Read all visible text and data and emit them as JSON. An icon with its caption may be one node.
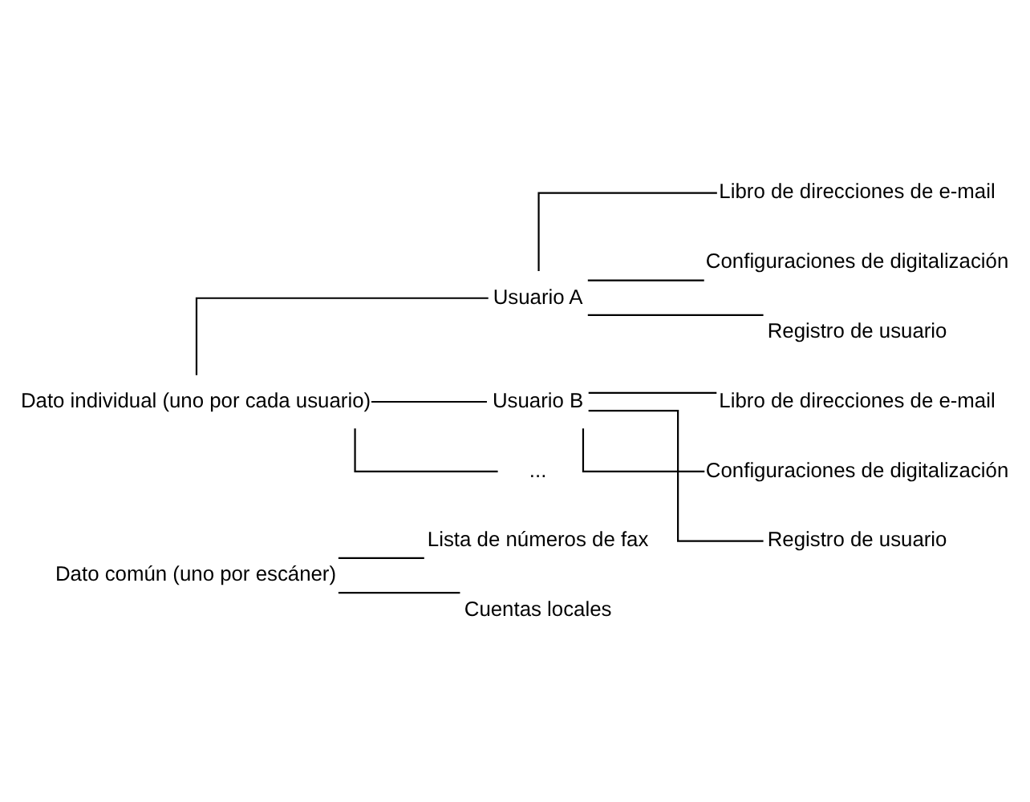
{
  "diagram": {
    "nodes": [
      {
        "text": [
          "Dato común (uno por escáner)"
        ]
      },
      {
        "text": [
          "Lista de números de fax"
        ]
      },
      {
        "text": [
          "Cuentas locales"
        ]
      },
      {
        "text": [
          "Dato individual (uno por cada usuario)"
        ]
      },
      {
        "text": [
          "Usuario A"
        ]
      },
      {
        "text": [
          "Libro de direcciones de e-mail"
        ]
      },
      {
        "text": [
          "Configuraciones de digitalización"
        ]
      },
      {
        "text": [
          "Registro de usuario"
        ]
      },
      {
        "text": [
          "Usuario B"
        ]
      },
      {
        "text": [
          "Libro de direcciones de e-mail"
        ]
      },
      {
        "text": [
          "Configuraciones de digitalización"
        ]
      },
      {
        "text": [
          "Registro de usuario"
        ]
      },
      {
        "text": [
          "..."
        ]
      }
    ],
    "edges": [
      {
        "from": 0,
        "to": 1,
        "arrow": "none"
      },
      {
        "from": 0,
        "to": 2,
        "arrow": "none"
      },
      {
        "from": 3,
        "to": 4,
        "arrow": "none"
      },
      {
        "from": 3,
        "to": 8,
        "arrow": "none"
      },
      {
        "from": 3,
        "to": 12,
        "arrow": "none"
      },
      {
        "from": 4,
        "to": 5,
        "arrow": "none"
      },
      {
        "from": 4,
        "to": 6,
        "arrow": "none"
      },
      {
        "from": 4,
        "to": 7,
        "arrow": "none"
      },
      {
        "from": 8,
        "to": 9,
        "arrow": "none"
      },
      {
        "from": 8,
        "to": 10,
        "arrow": "none"
      },
      {
        "from": 8,
        "to": 11,
        "arrow": "none"
      }
    ]
  }
}
